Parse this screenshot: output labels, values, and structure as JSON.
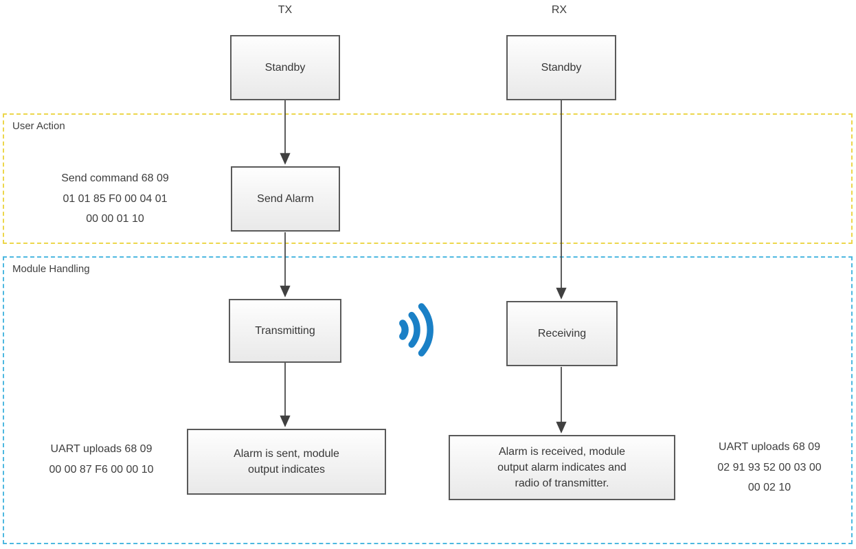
{
  "diagram": {
    "columns": {
      "tx": {
        "label": "TX"
      },
      "rx": {
        "label": "RX"
      }
    },
    "regions": {
      "user_action": {
        "label": "User Action",
        "border_color": "#ecd64b"
      },
      "module_handling": {
        "label": "Module Handling",
        "border_color": "#4db8e0"
      }
    },
    "nodes": {
      "tx_standby": "Standby",
      "rx_standby": "Standby",
      "tx_send_alarm": "Send Alarm",
      "tx_transmitting": "Transmitting",
      "rx_receiving": "Receiving",
      "tx_result": "Alarm is sent, module\noutput indicates",
      "rx_result": "Alarm is received, module\noutput alarm indicates and\nradio of transmitter."
    },
    "annotations": {
      "send_command": "Send command 68 09\n01 01 85 F0 00 04 01\n00 00 01 10",
      "uart_tx": "UART uploads 68 09\n00 00 87 F6 00 00 10",
      "uart_rx": "UART uploads 68 09\n02 91 93 52 00 03 00\n00 02 10"
    },
    "icons": {
      "signal": "wireless-signal-icon"
    },
    "colors": {
      "signal_blue": "#1a80c6",
      "box_border": "#595959",
      "arrow": "#404040",
      "user_action_border": "#ecd64b",
      "module_handling_border": "#4db8e0"
    }
  }
}
